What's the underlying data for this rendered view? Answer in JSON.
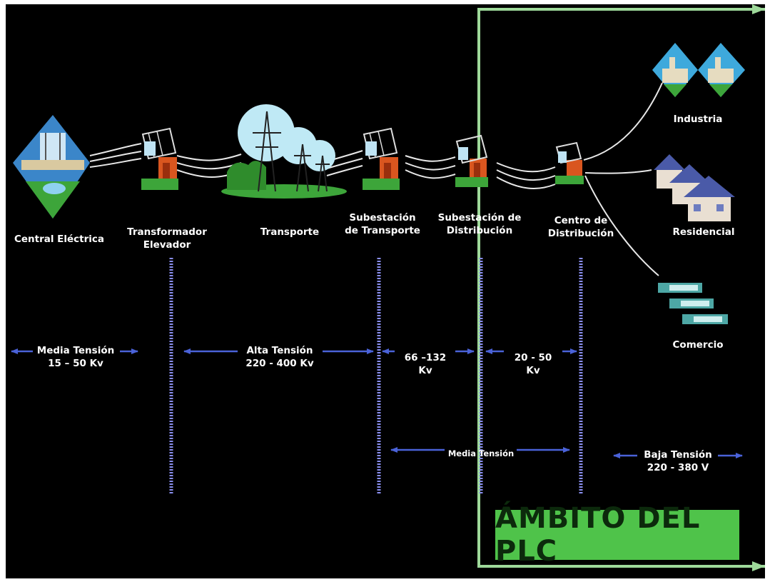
{
  "nodes": {
    "central": {
      "lines": [
        "Central Eléctrica"
      ]
    },
    "transformador": {
      "lines": [
        "Transformador",
        "Elevador"
      ]
    },
    "transporte": {
      "lines": [
        "Transporte"
      ]
    },
    "sub_transporte": {
      "lines": [
        "Subestación",
        "de Transporte"
      ]
    },
    "sub_distribucion": {
      "lines": [
        "Subestación de",
        "Distribución"
      ]
    },
    "centro": {
      "lines": [
        "Centro de",
        "Distribución"
      ]
    },
    "industria": {
      "lines": [
        "Industria"
      ]
    },
    "residencial": {
      "lines": [
        "Residencial"
      ]
    },
    "comercio": {
      "lines": [
        "Comercio"
      ]
    }
  },
  "voltages": {
    "media1": {
      "lines": [
        "Media Tensión",
        "15 – 50 Kv"
      ]
    },
    "alta": {
      "lines": [
        "Alta Tensión",
        "220 - 400 Kv"
      ]
    },
    "v66": {
      "lines": [
        "66 –132",
        "Kv"
      ]
    },
    "v20": {
      "lines": [
        "20 - 50",
        "Kv"
      ]
    },
    "media2": {
      "lines": [
        "Media Tensión"
      ]
    },
    "baja": {
      "lines": [
        "Baja Tensión",
        "220 - 380 V"
      ]
    }
  },
  "plc_label": "ÁMBITO DEL PLC",
  "colors": {
    "background": "#000000",
    "text": "#ffffff",
    "arrow": "#4a62d8",
    "divider": "#8a8ff0",
    "plc_green": "#4fc34a",
    "plc_border": "#9ed99a"
  }
}
